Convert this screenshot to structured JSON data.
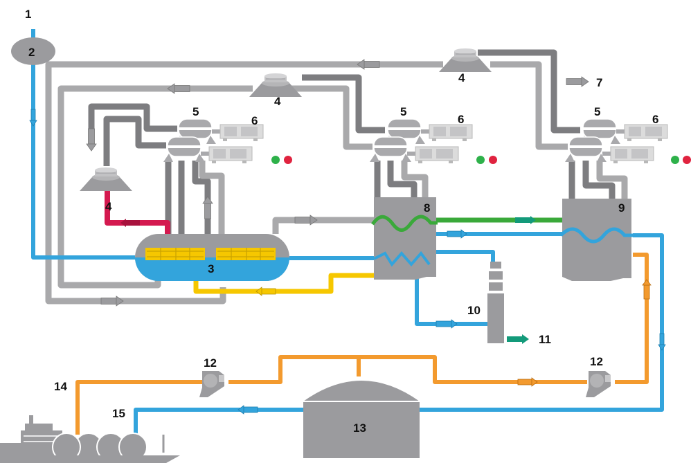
{
  "labels": {
    "n1": "1",
    "n2": "2",
    "n3": "3",
    "n4a": "4",
    "n4b": "4",
    "n4c": "4",
    "n5a": "5",
    "n5b": "5",
    "n5c": "5",
    "n6a": "6",
    "n6b": "6",
    "n6c": "6",
    "n7": "7",
    "n8": "8",
    "n9": "9",
    "n10": "10",
    "n11": "11",
    "n12a": "12",
    "n12b": "12",
    "n13": "13",
    "n14": "14",
    "n15": "15"
  },
  "colors": {
    "blue": "#33a4dc",
    "orange": "#f39a2e",
    "yellow": "#f6c700",
    "green": "#3aa93a",
    "teal": "#139a7a",
    "red": "#d4194f",
    "gray_light": "#a9a9ab",
    "gray_dark": "#7d7d80",
    "equipment": "#9b9b9e",
    "status_green": "#2eb14a",
    "status_red": "#e0233f"
  }
}
